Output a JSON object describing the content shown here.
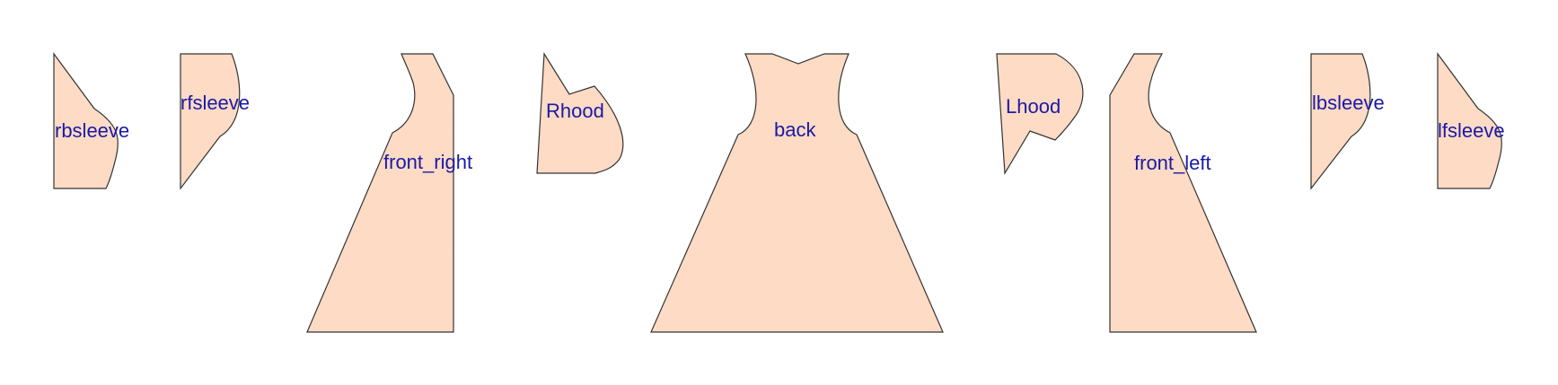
{
  "colors": {
    "piece_fill": "#fddbc4",
    "piece_outline": "#333333",
    "label_text": "#1a1aa6",
    "background": "#ffffff"
  },
  "pieces": {
    "rbsleeve": "rbsleeve",
    "rfsleeve": "rfsleeve",
    "front_right": "front_right",
    "rhood": "Rhood",
    "back": "back",
    "lhood": "Lhood",
    "front_left": "front_left",
    "lbsleeve": "lbsleeve",
    "lfsleeve": "lfsleeve"
  }
}
